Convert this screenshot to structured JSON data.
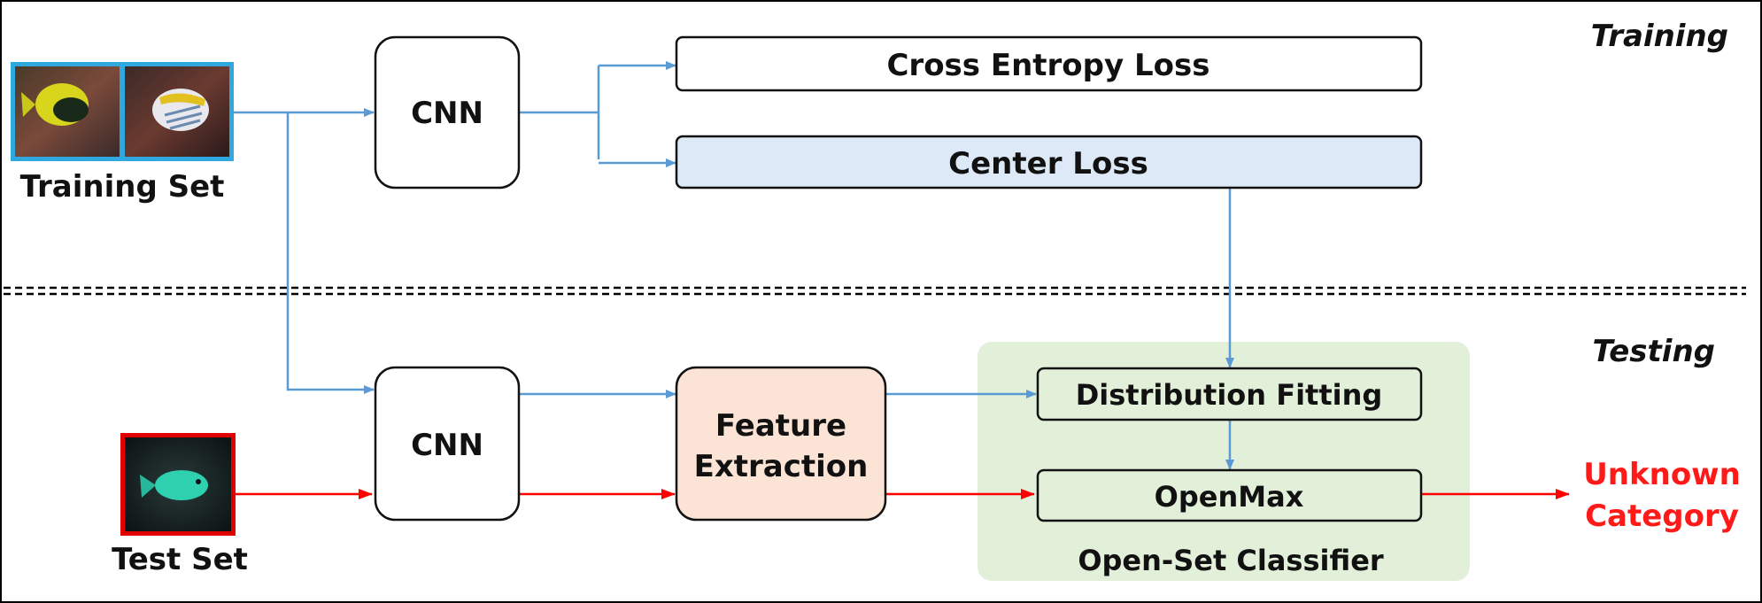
{
  "sections": {
    "training": "Training",
    "testing": "Testing"
  },
  "training_set": {
    "label": "Training Set"
  },
  "test_set": {
    "label": "Test Set"
  },
  "cnn_training": {
    "label": "CNN"
  },
  "cnn_testing": {
    "label": "CNN"
  },
  "cross_entropy": {
    "label": "Cross Entropy Loss"
  },
  "center_loss": {
    "label": "Center Loss"
  },
  "feature_extraction": {
    "line1": "Feature",
    "line2": "Extraction"
  },
  "distribution_fitting": {
    "label": "Distribution Fitting"
  },
  "openmax": {
    "label": "OpenMax"
  },
  "classifier": {
    "label": "Open-Set Classifier"
  },
  "output": {
    "line1": "Unknown",
    "line2": "Category"
  },
  "colors": {
    "blue_arrow": "#5b9bd5",
    "red_arrow": "#ff0000",
    "training_border": "#2fa8e0",
    "test_border": "#e00000",
    "center_loss_fill": "#dde9f6",
    "feature_fill": "#fbe4d5",
    "classifier_fill": "#e2efd9",
    "output_text": "#ff1a1a"
  }
}
